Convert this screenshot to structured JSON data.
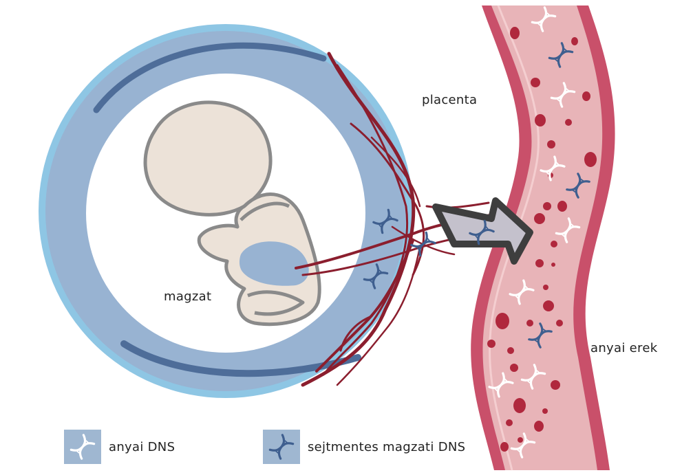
{
  "labels": {
    "placenta": "placenta",
    "fetus": "magzat",
    "maternal_vessels": "anyai erek"
  },
  "legend": [
    {
      "label": "anyai DNS",
      "icon": "dna-white-icon"
    },
    {
      "label": "sejtmentes magzati DNS",
      "icon": "dna-blue-icon"
    }
  ],
  "colors": {
    "amnion_outer": "#8ec6e4",
    "amnion_ring": "#98b3d2",
    "amnion_dark": "#4e6d99",
    "fetus_fill": "#ece2d8",
    "fetus_outline": "#8a8a8a",
    "vessel_wall": "#c9506a",
    "vessel_inner": "#e8b4b8",
    "blood_cell": "#b0283d",
    "placenta_vessel": "#8b1e2e",
    "arrow_fill": "#c4c1cc",
    "arrow_stroke": "#3e3e3e",
    "dna_blue": "#3f5f8f",
    "dna_white": "#ffffff",
    "legend_bg": "#9fb7d1"
  }
}
